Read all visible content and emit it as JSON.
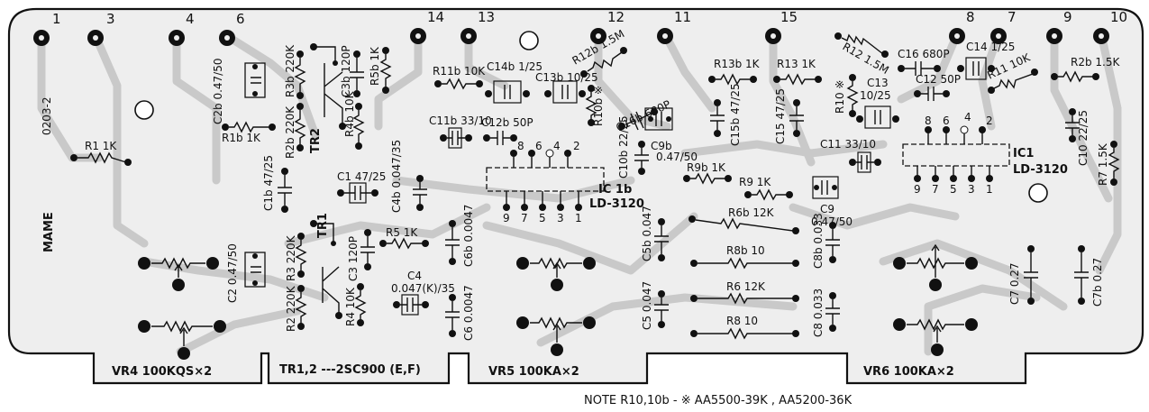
{
  "pins": [
    "1",
    "3",
    "4",
    "6",
    "14",
    "13",
    "12",
    "11",
    "15",
    "8",
    "7",
    "9",
    "10"
  ],
  "resistors": {
    "R1": "R1 1K",
    "R1b": "R1b 1K",
    "R2": "R2 220K",
    "R2b": "R2b 220K",
    "R3": "R3 220K",
    "R3b": "R3b 220K",
    "R4": "R4 10K",
    "R4b": "R4b 10K",
    "R5": "R5 1K",
    "R5b": "R5b 1K",
    "R6": "R6 12K",
    "R6b": "R6b 12K",
    "R7": "R7 1.5K",
    "R8": "R8 10",
    "R8b": "R8b 10",
    "R9": "R9 1K",
    "R9b": "R9b 1K",
    "R10": "R10 ※",
    "R10b": "R10b ※",
    "R11": "R11 10K",
    "R11b": "R11b 10K",
    "R12": "R12 1.5M",
    "R12b": "R12b 1.5M",
    "R13": "R13 1K",
    "R13b": "R13b 1K",
    "R2b_right": "R2b 1.5K"
  },
  "capacitors": {
    "C1": "C1 47/25",
    "C1b": "C1b 47/25",
    "C2": "C2 0.47/50",
    "C2b": "C2b 0.47/50",
    "C3": "C3 120P",
    "C3b": "C3b 120P",
    "C4": "C4",
    "C4_val": "0.047(K)/35",
    "C4b": "C4b 0.047/35",
    "C5": "C5 0.047",
    "C5b": "C5b 0.047",
    "C6": "C6 0.0047",
    "C6b": "C6b 0.0047",
    "C7": "C7 0.27",
    "C7b": "C7b 0.27",
    "C8": "C8 0.033",
    "C8b": "C8b 0.033",
    "C9": "C9",
    "C9_val": "0.47/50",
    "C9b": "C9b",
    "C9b_val": "0.47/50",
    "C10": "C10 22/25",
    "C10b": "C10b 22/25",
    "C11": "C11 33/10",
    "C11b": "C11b 33/10",
    "C12": "C12 50P",
    "C12b": "C12b 50P",
    "C13": "C13",
    "C13_val": "10/25",
    "C13b": "C13b 10/25",
    "C14": "C14 1/25",
    "C14b": "C14b 1/25",
    "C15": "C15 47/25",
    "C15b": "C15b 47/25",
    "C16": "C16 680P",
    "C16b": "C16b 680P"
  },
  "ic": {
    "ic1_name": "IC1",
    "ic1_part": "LD-3120",
    "ic1b_name": "IC 1b",
    "ic1b_part": "LD-3120",
    "top_pins": [
      "8",
      "6",
      "4",
      "2"
    ],
    "bottom_pins": [
      "9",
      "7",
      "5",
      "3",
      "1"
    ]
  },
  "transistors": {
    "tr1": "TR1",
    "tr2": "TR2"
  },
  "volumes": {
    "vr4": "VR4 100KQS×2",
    "vr5": "VR5 100KA×2",
    "vr6": "VR6 100KA×2"
  },
  "tr_note": "TR1,2 ---2SC900 (E,F)",
  "bottom_note": "NOTE  R10,10b - ※  AA5500-39K , AA5200-36K",
  "board_code": "0203-2",
  "board_code_side": "MAME"
}
